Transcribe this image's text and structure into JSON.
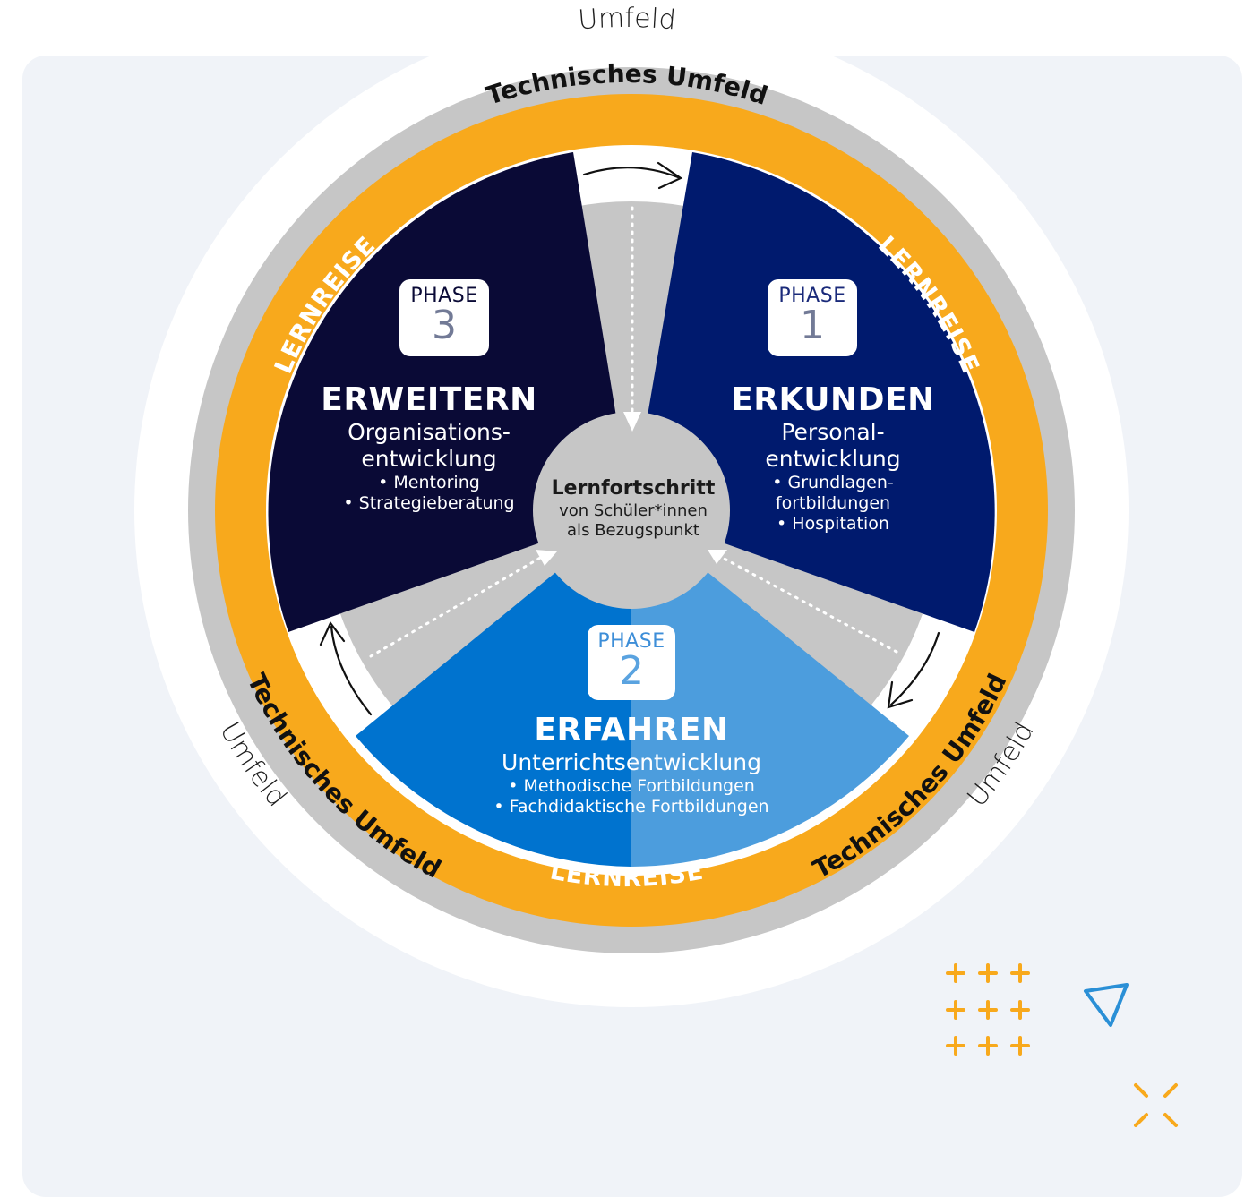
{
  "rings": {
    "outer_label": "Umfeld",
    "middle_label": "Technisches Umfeld",
    "inner_label": "LERNREISE"
  },
  "phases": [
    {
      "id": "phase1",
      "phase_word": "PHASE",
      "number": "1",
      "title": "ERKUNDEN",
      "subtitle_lines": [
        "Personal-",
        "entwicklung"
      ],
      "bullets": [
        "• Grundlagen-",
        "fortbildungen",
        "• Hospitation"
      ]
    },
    {
      "id": "phase2",
      "phase_word": "PHASE",
      "number": "2",
      "title": "ERFAHREN",
      "subtitle_lines": [
        "Unterrichtsentwicklung"
      ],
      "bullets": [
        "• Methodische Fortbildungen",
        "• Fachdidaktische Fortbildungen"
      ]
    },
    {
      "id": "phase3",
      "phase_word": "PHASE",
      "number": "3",
      "title": "ERWEITERN",
      "subtitle_lines": [
        "Organisations-",
        "entwicklung"
      ],
      "bullets": [
        "• Mentoring",
        "• Strategieberatung"
      ]
    }
  ],
  "center": {
    "title": "Lernfortschritt",
    "line1": "von Schüler*innen",
    "line2": "als Bezugspunkt"
  },
  "colors": {
    "background_panel": "#f0f3f8",
    "outer_ring": "#ffffff",
    "technical_ring": "#c6c6c6",
    "learning_ring": "#f8a91c",
    "phase1": "#001a6e",
    "phase2_left": "#0073cf",
    "phase2_right": "#4c9ddd",
    "phase3": "#0a0a36",
    "center_circle": "#c6c6c6",
    "phase_number_gray": "#727a96",
    "phase2_number": "#5aa3e0"
  },
  "decor": {
    "plus_grid_icon": "plus-grid-icon",
    "triangle_icon": "triangle-outline-icon",
    "cross_icon": "x-mark-icon"
  }
}
